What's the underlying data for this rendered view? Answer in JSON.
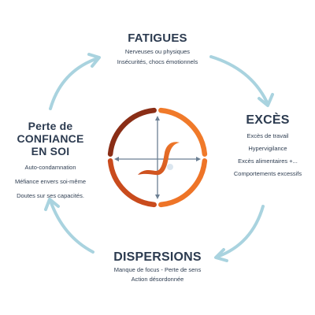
{
  "colors": {
    "cycle_arrow": "#a9d3df",
    "inner_arrow": "#6b7f93",
    "ring_dark": "#8a2e16",
    "ring_mid": "#c94b1d",
    "ring_light": "#f07a2a",
    "text": "#2f3e52"
  },
  "nodes": {
    "top": {
      "title": "FATIGUES",
      "lines": [
        "Nerveuses ou physiques",
        "Insécurités, chocs émotionnels"
      ]
    },
    "right": {
      "title": "EXCÈS",
      "lines": [
        "Excès de travail",
        "Hypervigilance",
        "Excès alimentaires +...",
        "Comportements excessifs"
      ]
    },
    "bottom": {
      "title": "DISPERSIONS",
      "lines": [
        "Manque de focus -  Perte de sens",
        "Action désordonnée"
      ]
    },
    "left": {
      "title_lines": [
        "Perte de",
        "CONFIANCE",
        "EN SOI"
      ],
      "lines": [
        "Auto-condamnation",
        "Méfiance envers soi-même",
        "Doutes sur ses capacités."
      ]
    }
  },
  "icons": [
    "cycle-arrow-icon",
    "compass-ring-icon",
    "wave-swirl-icon"
  ]
}
